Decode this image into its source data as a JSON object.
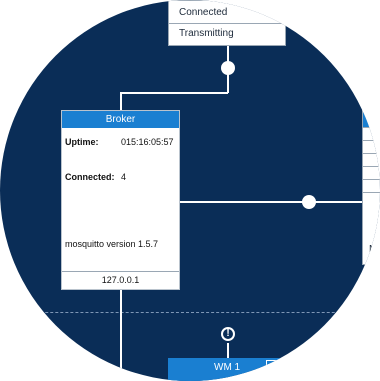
{
  "status_panel": {
    "rows": [
      "Connected",
      "Transmitting"
    ]
  },
  "broker": {
    "title": "Broker",
    "uptime_label": "Uptime:",
    "uptime_value": "015:16:05:57",
    "connected_label": "Connected:",
    "connected_value": "4",
    "version": "mosquitto version 1.5.7",
    "ip": "127.0.0.1"
  },
  "right_panel": {
    "partial_text": "M"
  },
  "wm_node": {
    "title": "WM 1"
  },
  "icons": {
    "alert": "alert-icon"
  },
  "colors": {
    "background": "#0a2d57",
    "accent": "#1a7fd1",
    "line": "#ffffff"
  }
}
